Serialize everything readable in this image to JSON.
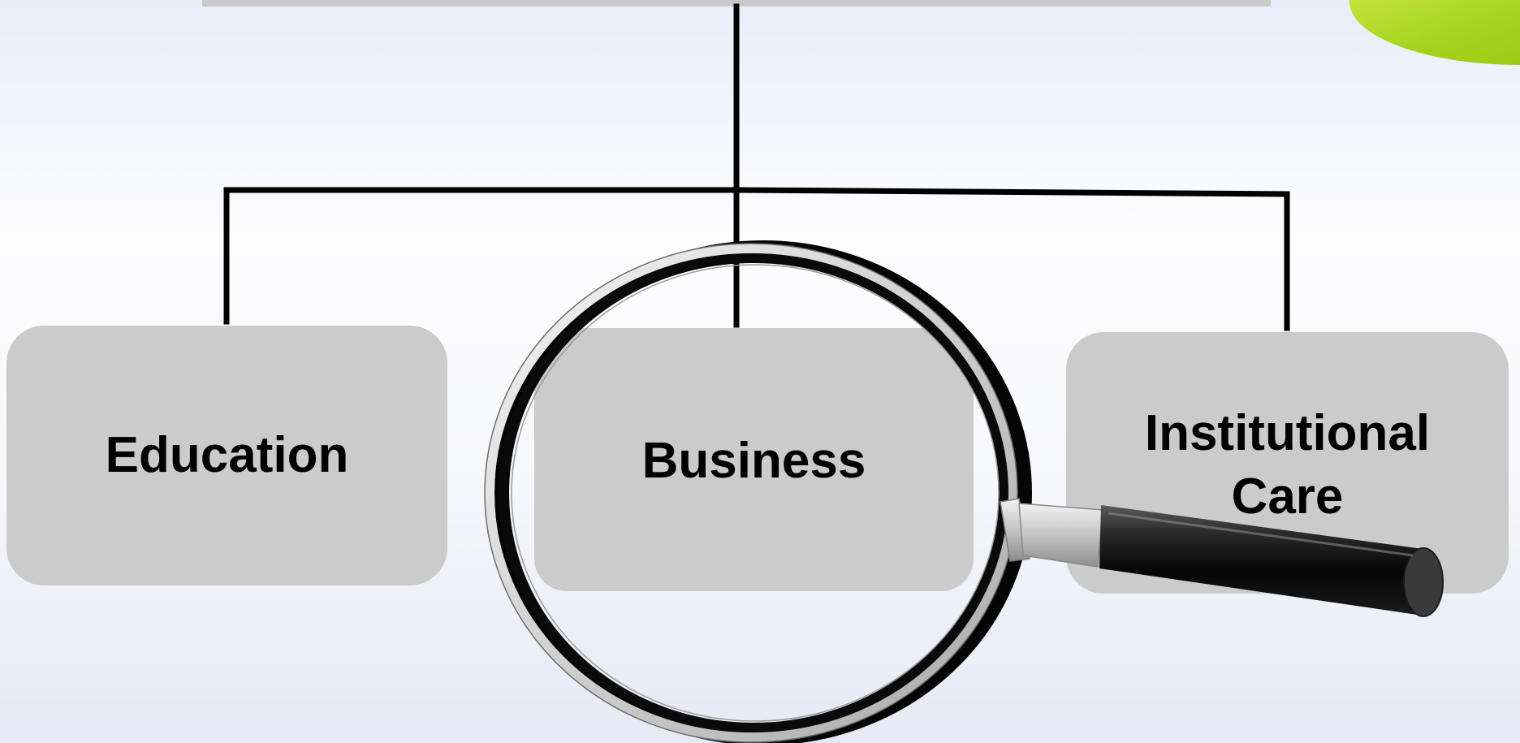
{
  "diagram": {
    "nodes": [
      {
        "id": "education",
        "label": "Education"
      },
      {
        "id": "business",
        "label": "Business"
      },
      {
        "id": "institutional-care",
        "label": "Institutional\nCare"
      }
    ],
    "edges": [
      {
        "from": "parent",
        "to": "education"
      },
      {
        "from": "parent",
        "to": "business"
      },
      {
        "from": "parent",
        "to": "institutional-care"
      }
    ]
  },
  "colors": {
    "box_fill": "#cbcbcb",
    "connector": "#000000",
    "accent": "#a5d31c",
    "top_bar": "#c9c9c9"
  },
  "icons": [
    "magnifying-glass-icon"
  ]
}
